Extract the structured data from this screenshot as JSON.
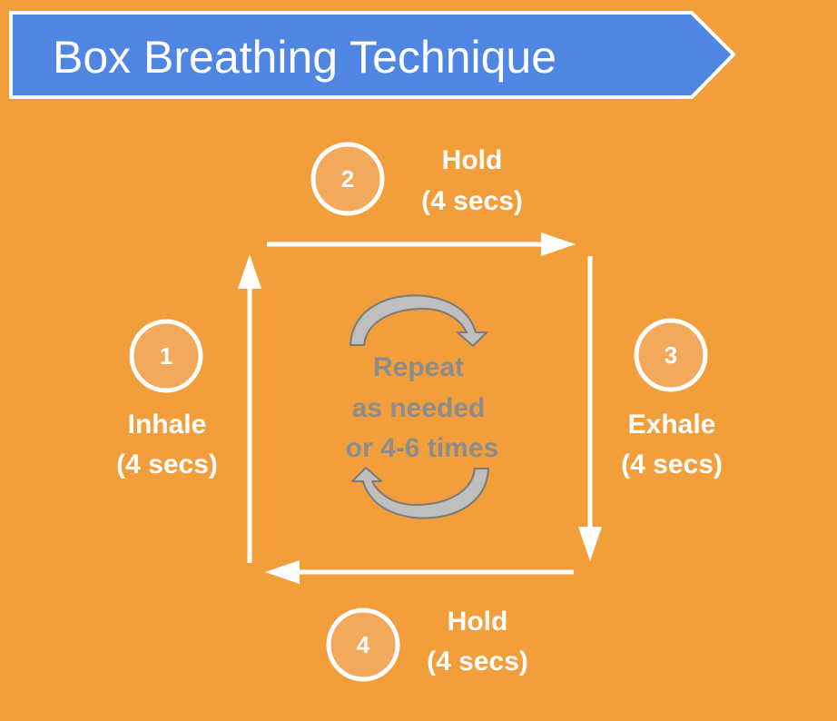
{
  "title": "Box Breathing Technique",
  "colors": {
    "background": "#f29e3b",
    "banner": "#4f86e2",
    "circle_fill": "#f2a95c",
    "white": "#ffffff",
    "repeat_text": "#8c8c8c",
    "cycle_arrow_fill": "#bfbfbf",
    "cycle_arrow_stroke": "#7a7a7a"
  },
  "steps": [
    {
      "number": "1",
      "label": "Inhale",
      "duration": "(4 secs)"
    },
    {
      "number": "2",
      "label": "Hold",
      "duration": "(4 secs)"
    },
    {
      "number": "3",
      "label": "Exhale",
      "duration": "(4 secs)"
    },
    {
      "number": "4",
      "label": "Hold",
      "duration": "(4 secs)"
    }
  ],
  "center": {
    "line1": "Repeat",
    "line2": "as needed",
    "line3": "or 4-6 times"
  }
}
